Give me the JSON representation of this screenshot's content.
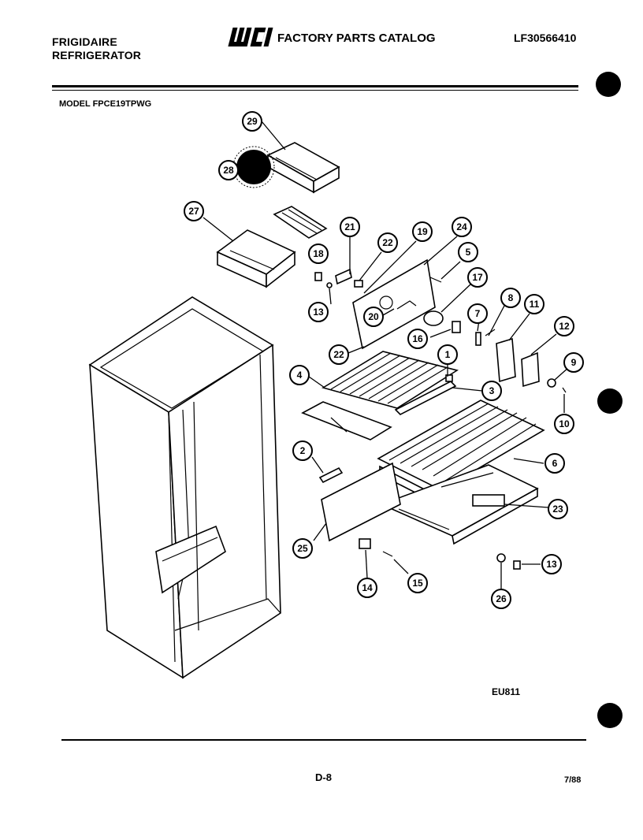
{
  "header": {
    "brand_line1": "FRIGIDAIRE",
    "brand_line2": "REFRIGERATOR",
    "logo_text": "WCI",
    "catalog_title": "FACTORY PARTS CATALOG",
    "catalog_code": "LF30566410"
  },
  "model_line": "MODEL FPCE19TPWG",
  "diagram_code": "EU811",
  "footer": {
    "page_number": "D-8",
    "date": "7/88"
  },
  "callouts": {
    "c1": "1",
    "c2": "2",
    "c3": "3",
    "c4": "4",
    "c5": "5",
    "c6": "6",
    "c7": "7",
    "c8": "8",
    "c9": "9",
    "c10": "10",
    "c11": "11",
    "c12": "12",
    "c13a": "13",
    "c13b": "13",
    "c14": "14",
    "c15": "15",
    "c16": "16",
    "c17": "17",
    "c18": "18",
    "c19": "19",
    "c20": "20",
    "c21": "21",
    "c22a": "22",
    "c22b": "22",
    "c23": "23",
    "c24": "24",
    "c25": "25",
    "c26": "26",
    "c27": "27",
    "c28": "28",
    "c29": "29"
  },
  "colors": {
    "ink": "#000000",
    "paper": "#ffffff"
  }
}
